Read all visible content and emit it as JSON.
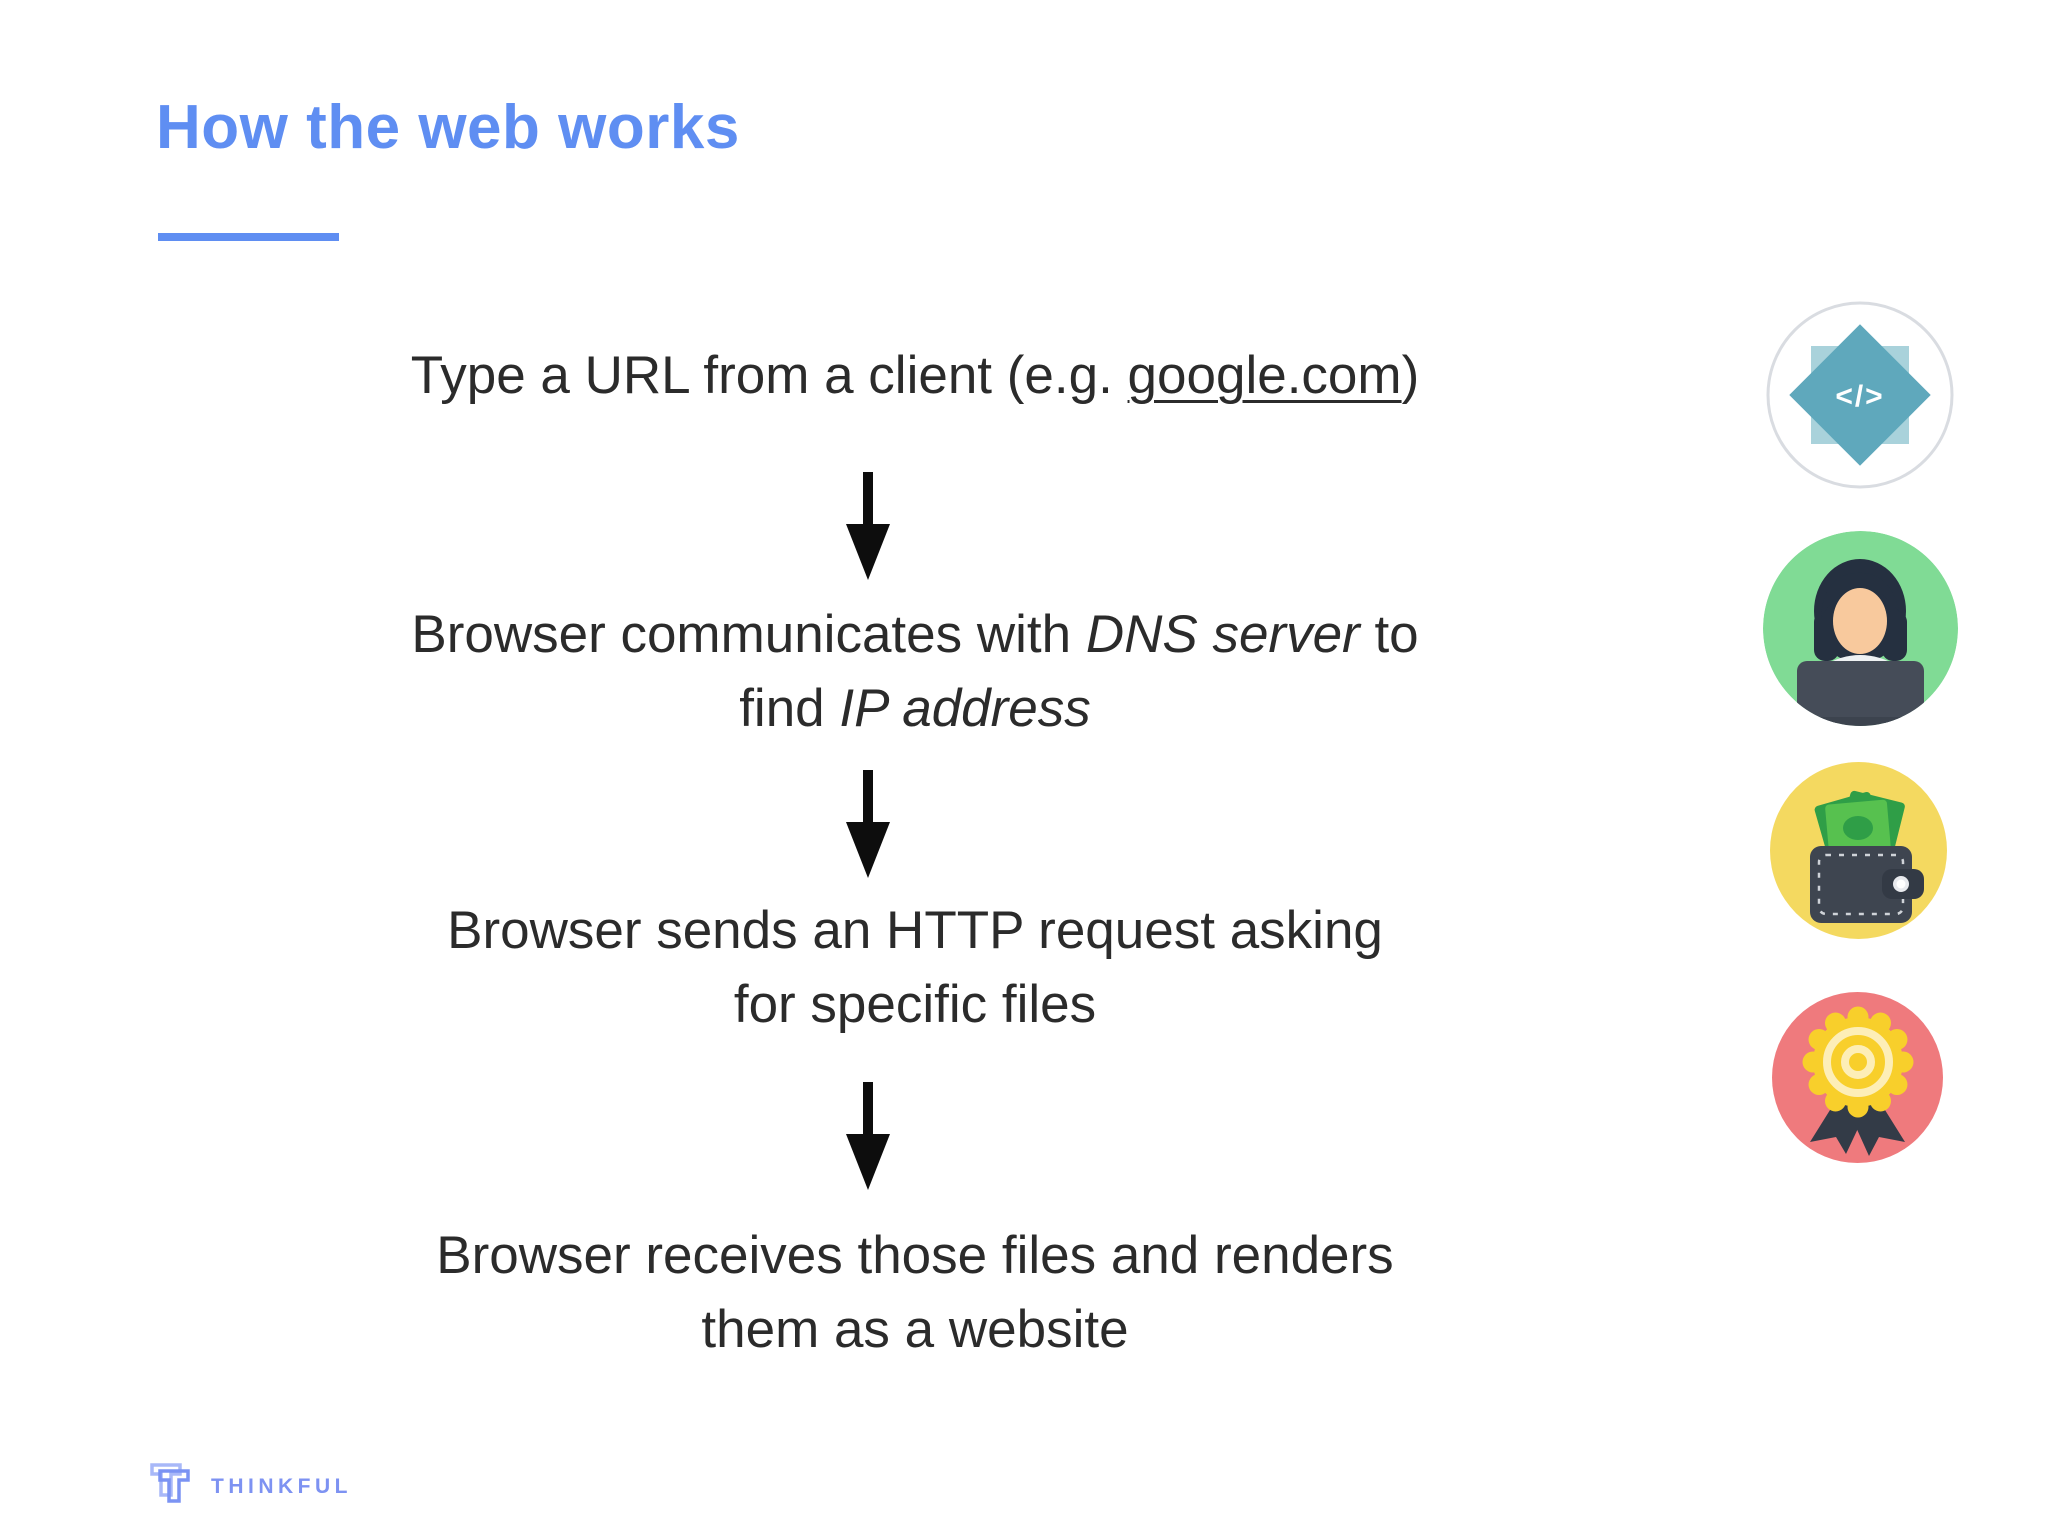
{
  "colors": {
    "accent": "#5f8ef2",
    "text": "#2b2b2b",
    "arrow": "#0d0d0d",
    "brand-blue": "#7d92f2",
    "code-teal": "#5fa8bc",
    "code-teal-light": "#a9d2db",
    "person-green": "#80db95",
    "wallet-yellow": "#f4d960",
    "award-red": "#ef7a7d"
  },
  "title": "How the web works",
  "steps": {
    "s1": {
      "a": "Type a URL from a client (e.g. ",
      "link": "google.com",
      "b": ")"
    },
    "s2": {
      "l1a": "Browser communicates with ",
      "l1i": "DNS server",
      "l1b": " to",
      "l2a": "find ",
      "l2i": "IP address"
    },
    "s3": {
      "l1": "Browser sends an HTTP request asking",
      "l2": "for specific files"
    },
    "s4": {
      "l1": "Browser receives those files and renders",
      "l2": "them as a website"
    }
  },
  "icons": {
    "code_glyph": "</>",
    "code_name": "code-badge",
    "person_name": "developer-at-laptop",
    "wallet_name": "wallet-with-money",
    "award_name": "award-ribbon"
  },
  "footer": {
    "brand": "THINKFUL"
  }
}
